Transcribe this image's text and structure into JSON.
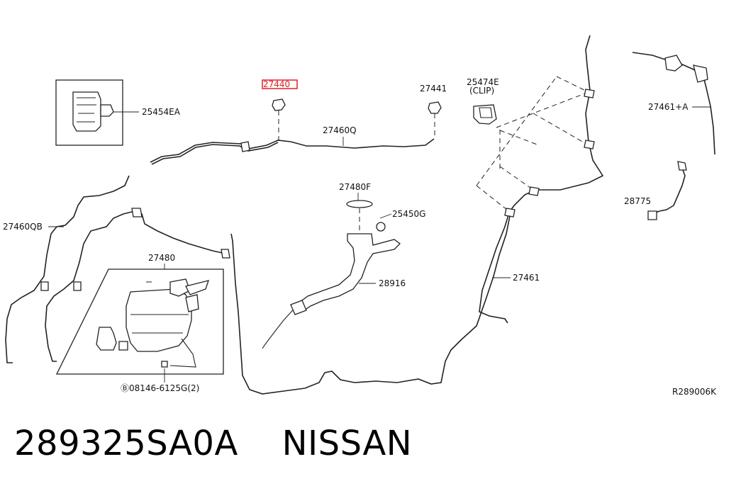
{
  "diagram": {
    "reference_code": "R289006K",
    "part_labels": {
      "p25454EA": "25454EA",
      "p27440": "27440",
      "p27441": "27441",
      "p25474E": "25474E",
      "p25474E_clip": "(CLIP)",
      "p27460Q": "27460Q",
      "p27461A": "27461+A",
      "p28775": "28775",
      "p27460QB": "27460QB",
      "p27480F": "27480F",
      "p25450G": "25450G",
      "p27480": "27480",
      "p28916": "28916",
      "p27461": "27461",
      "p08146": "Ⓑ08146-6125G(2)"
    },
    "highlighted_part": "27440",
    "highlight_color": "#e0202a"
  },
  "footer": {
    "part_number": "289325SA0A",
    "brand": "NISSAN"
  }
}
